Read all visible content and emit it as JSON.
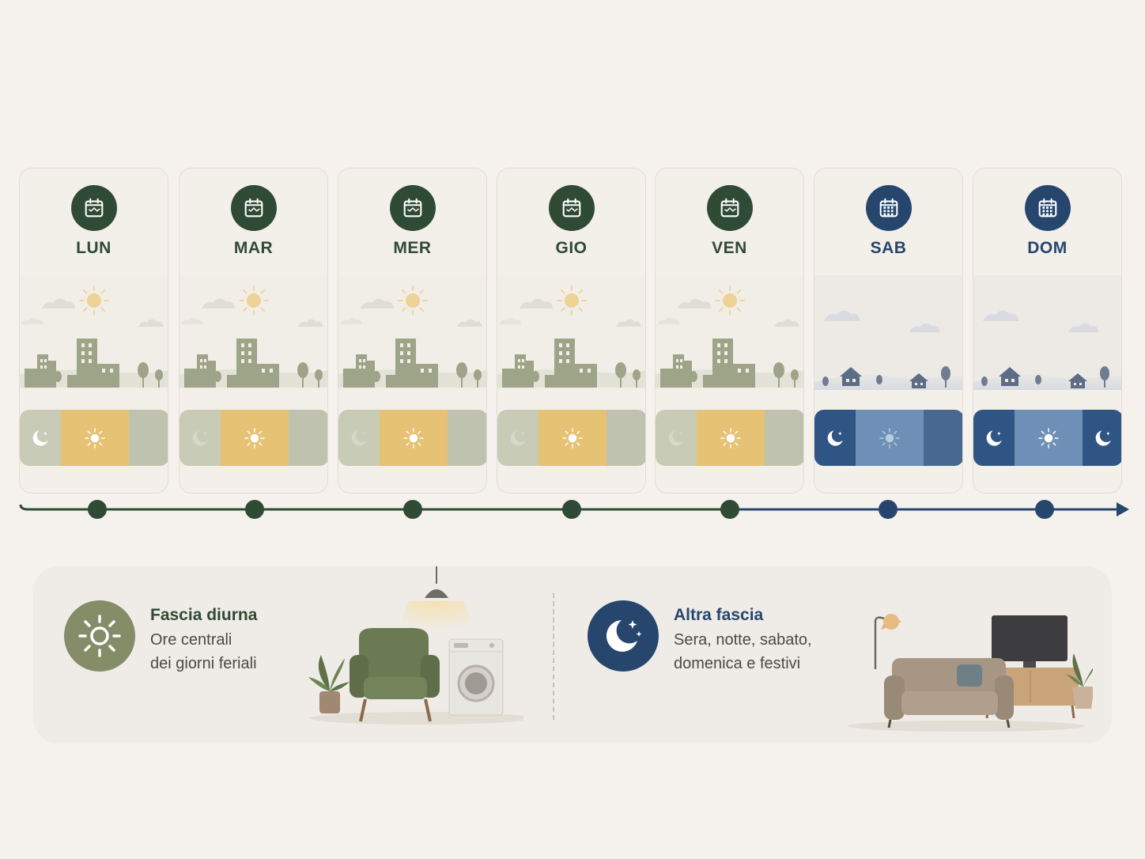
{
  "days": [
    {
      "label": "LUN",
      "type": "weekday"
    },
    {
      "label": "MAR",
      "type": "weekday"
    },
    {
      "label": "MER",
      "type": "weekday"
    },
    {
      "label": "GIO",
      "type": "weekday"
    },
    {
      "label": "VEN",
      "type": "weekday"
    },
    {
      "label": "SAB",
      "type": "weekend"
    },
    {
      "label": "DOM",
      "type": "weekend"
    }
  ],
  "colors": {
    "weekday_dark": "#2f4a35",
    "weekend_dark": "#26466e",
    "sun_band": "#e6c274",
    "grey_band": "#c8cbb6",
    "weekend_band": "#4f719a",
    "city": "#9ea487",
    "houses": "#5d6d86"
  },
  "legend": {
    "day": {
      "title": "Fascia diurna",
      "line1": "Ore centrali",
      "line2": "dei giorni feriali",
      "icon": "sun-icon"
    },
    "other": {
      "title": "Altra fascia",
      "line1": "Sera, notte, sabato,",
      "line2": "domenica e festivi",
      "icon": "moon-stars-icon"
    }
  }
}
